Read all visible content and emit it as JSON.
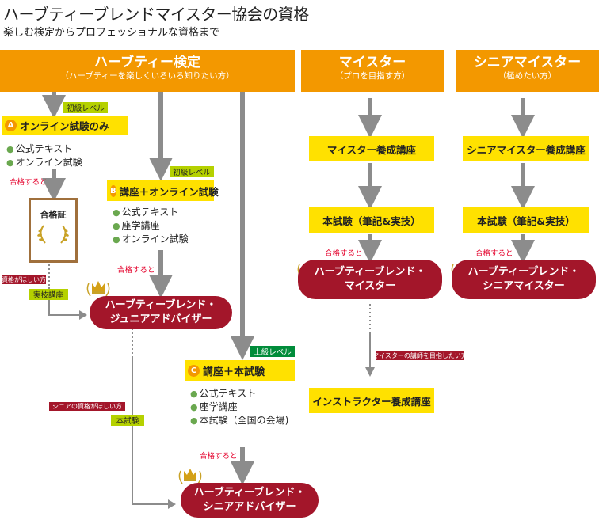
{
  "title": "ハーブティーブレンドマイスター協会の資格",
  "subtitle": "楽しむ検定からプロフェッショナルな資格まで",
  "headers": {
    "kentei": {
      "main": "ハーブティー検定",
      "sub": "（ハーブティーを楽しくいろいろ知りたい方）"
    },
    "meister": {
      "main": "マイスター",
      "sub": "（プロを目指す方）"
    },
    "senior": {
      "main": "シニアマイスター",
      "sub": "（極めたい方）"
    }
  },
  "courseA": {
    "letter": "A",
    "level": "初級レベル",
    "title": "オンライン試験のみ",
    "items": [
      "公式テキスト",
      "オンライン試験"
    ]
  },
  "courseB": {
    "letter": "B",
    "level": "初級レベル",
    "title": "講座＋オンライン試験",
    "items": [
      "公式テキスト",
      "座学講座",
      "オンライン試験"
    ]
  },
  "courseC": {
    "letter": "C",
    "level": "上級レベル",
    "title": "講座＋本試験",
    "items": [
      "公式テキスト",
      "座学講座",
      "本試験（全国の会場)"
    ]
  },
  "certificate": "合格証",
  "pass_text": "合格すると",
  "want_qual": "資格がほしい方",
  "practical": "実技講座",
  "want_senior": "シニアの資格がほしい方",
  "honshiken": "本試験",
  "junior_adviser": [
    "ハーブティーブレンド・",
    "ジュニアアドバイザー"
  ],
  "senior_adviser": [
    "ハーブティーブレンド・",
    "シニアアドバイザー"
  ],
  "meister_course": "マイスター養成講座",
  "senior_meister_course": "シニアマイスター養成講座",
  "exam": "本試験（筆記&実技）",
  "meister_title": [
    "ハーブティーブレンド・",
    "マイスター"
  ],
  "senior_meister_title": [
    "ハーブティーブレンド・",
    "シニアマイスター"
  ],
  "instructor_aim": "マイスターの講師を目指したい方",
  "instructor_course": "インストラクター養成講座",
  "colors": {
    "orange": "#f39800",
    "yellow": "#ffe100",
    "green": "#b5d100",
    "red": "#a3162a",
    "gray": "#8c8c8c"
  }
}
